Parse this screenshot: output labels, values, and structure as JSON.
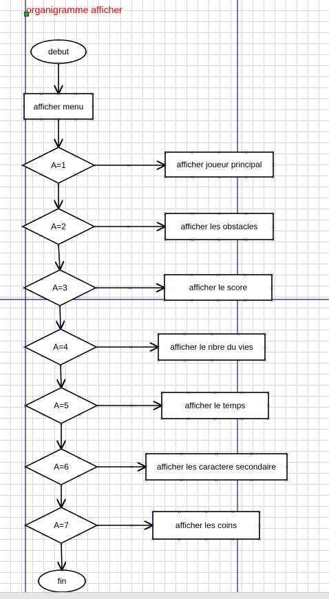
{
  "diagram": {
    "title": "organigramme afficher",
    "title_color": "#ff0000",
    "guide_color": "#1a1a7a",
    "handle_color": "#2233aa",
    "start": {
      "label": "debut"
    },
    "step": {
      "label": "afficher menu"
    },
    "end": {
      "label": "fin"
    },
    "decisions": [
      {
        "label": "A=1",
        "action": "afficher joueur principal"
      },
      {
        "label": "A=2",
        "action": "afficher les obstacles"
      },
      {
        "label": "A=3",
        "action": "afficher le score"
      },
      {
        "label": "A=4",
        "action": "afficher le nbre du vies"
      },
      {
        "label": "A=5",
        "action": "afficher le temps"
      },
      {
        "label": "A=6",
        "action": "afficher les caractere secondaire"
      },
      {
        "label": "A=7",
        "action": "afficher les coins"
      }
    ]
  }
}
